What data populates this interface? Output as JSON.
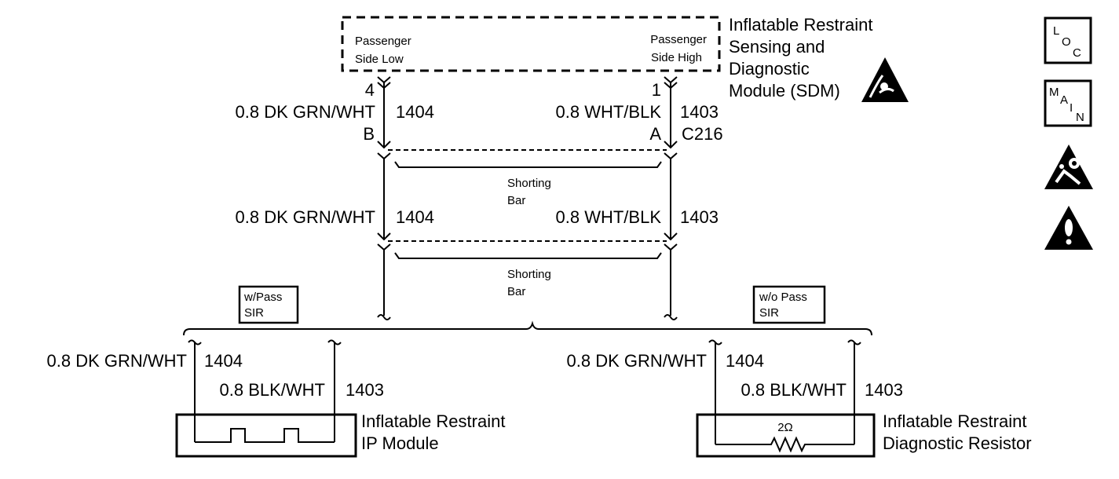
{
  "module": {
    "title_lines": [
      "Inflatable Restraint",
      "Sensing and",
      "Diagnostic",
      "Module (SDM)"
    ],
    "low_label": [
      "Passenger",
      "Side Low"
    ],
    "high_label": [
      "Passenger",
      "Side High"
    ]
  },
  "left_circuit": {
    "pin": "4",
    "wire_1": "0.8 DK GRN/WHT",
    "circuit_1": "1404",
    "terminal": "B",
    "wire_2": "0.8 DK GRN/WHT",
    "circuit_2": "1404"
  },
  "right_circuit": {
    "pin": "1",
    "wire_1": "0.8 WHT/BLK",
    "circuit_1": "1403",
    "terminal": "A",
    "connector": "C216",
    "wire_2": "0.8 WHT/BLK",
    "circuit_2": "1403"
  },
  "shorting_bars": [
    {
      "label": [
        "Shorting",
        "Bar"
      ]
    },
    {
      "label": [
        "Shorting",
        "Bar"
      ]
    }
  ],
  "options": {
    "with": [
      "w/Pass",
      "SIR"
    ],
    "without": [
      "w/o Pass",
      "SIR"
    ]
  },
  "ip_module": {
    "wire_a": "0.8 DK GRN/WHT",
    "circuit_a": "1404",
    "wire_b": "0.8 BLK/WHT",
    "circuit_b": "1403",
    "title_lines": [
      "Inflatable Restraint",
      "IP Module"
    ]
  },
  "resistor": {
    "wire_a": "0.8 DK GRN/WHT",
    "circuit_a": "1404",
    "wire_b": "0.8 BLK/WHT",
    "circuit_b": "1403",
    "value": "2Ω",
    "title_lines": [
      "Inflatable Restraint",
      "Diagnostic Resistor"
    ]
  },
  "legend_icons": {
    "loc": [
      "L",
      "O",
      "C"
    ],
    "main": [
      "M",
      "A",
      "I",
      "N"
    ]
  }
}
